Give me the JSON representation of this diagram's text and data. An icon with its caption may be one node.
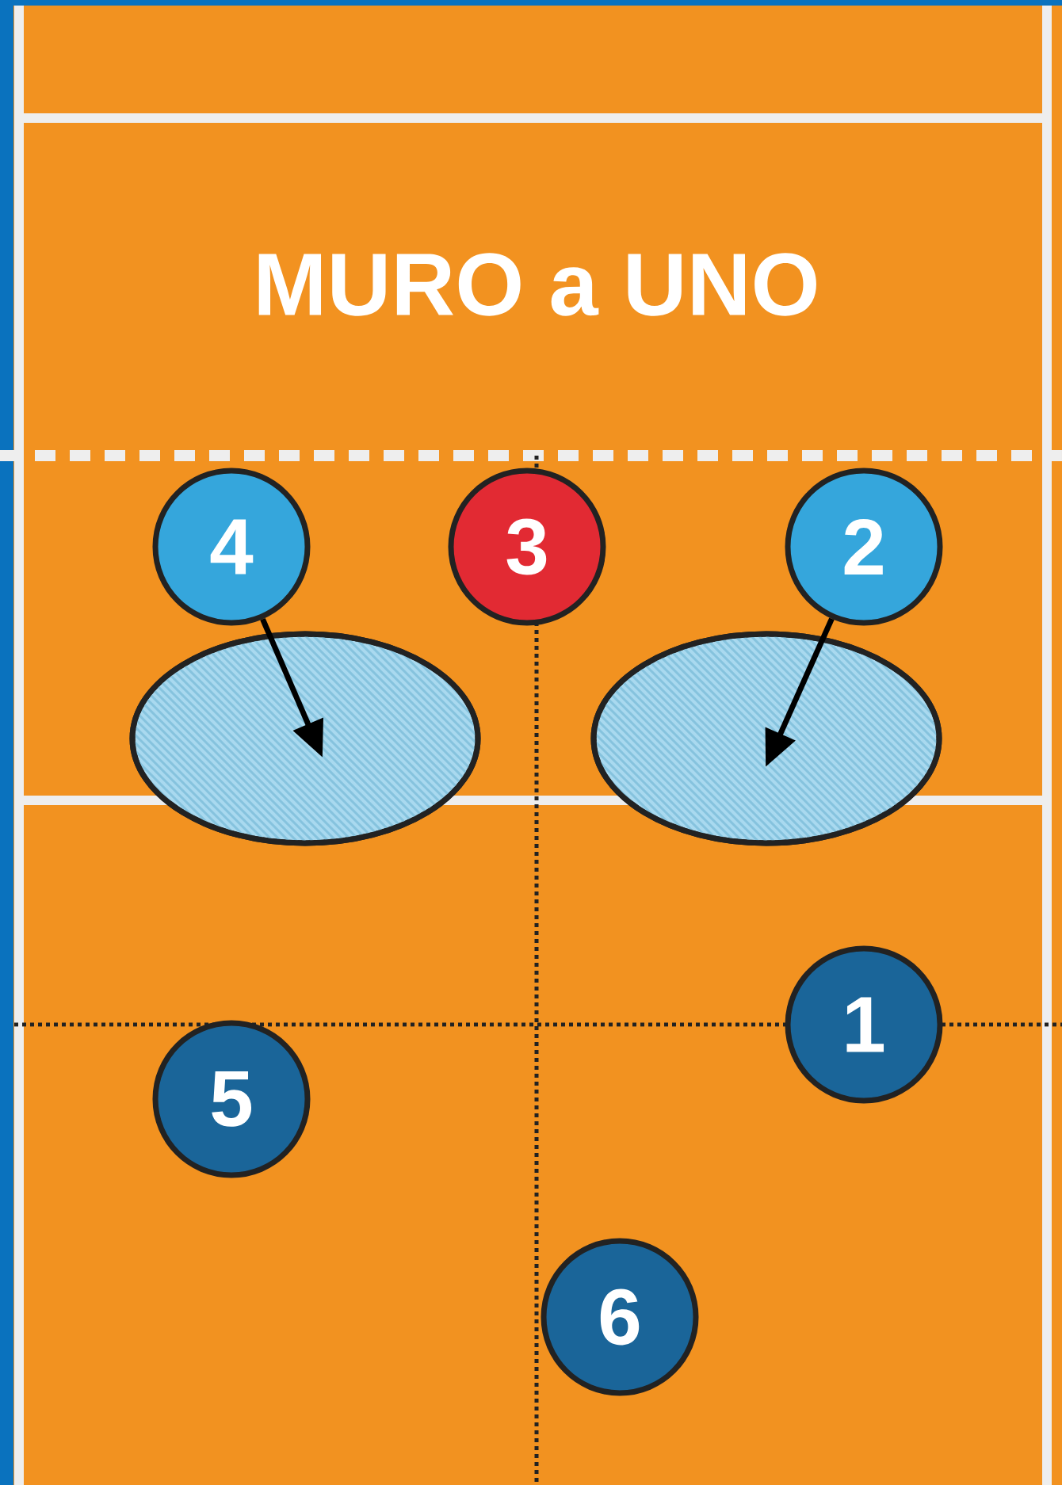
{
  "diagram": {
    "title": "MURO a UNO",
    "nodes": [
      {
        "text": [
          "4"
        ]
      },
      {
        "text": [
          "3"
        ]
      },
      {
        "text": [
          "2"
        ]
      },
      {
        "text": [],
        "shape": "ellipse"
      },
      {
        "text": [],
        "shape": "ellipse"
      },
      {
        "text": [
          "1"
        ]
      },
      {
        "text": [
          "5"
        ]
      },
      {
        "text": [
          "6"
        ]
      }
    ],
    "edges": [
      {
        "from": 0,
        "to": 3,
        "arrow": "to"
      },
      {
        "from": 2,
        "to": 4,
        "arrow": "to"
      }
    ]
  }
}
